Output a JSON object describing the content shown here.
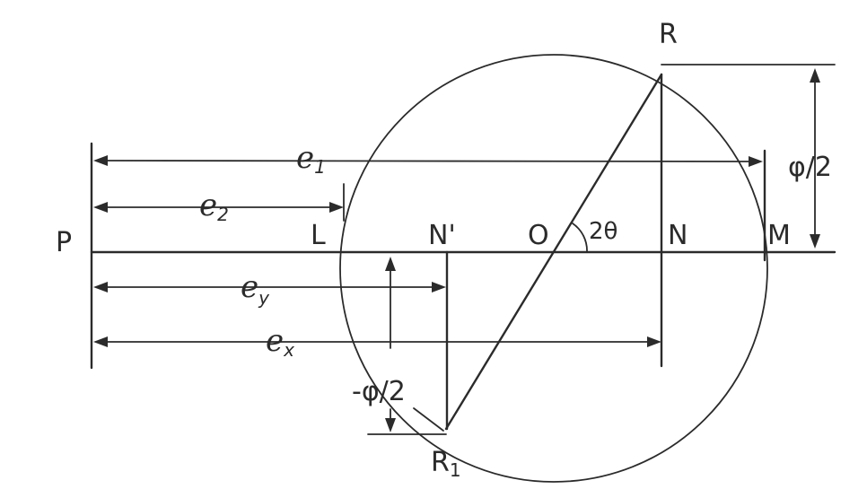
{
  "diagram": {
    "points": {
      "P": "P",
      "L": "L",
      "N_prime": "N'",
      "O": "O",
      "N": "N",
      "M": "M",
      "R": "R",
      "R1_main": "R",
      "R1_sub": "1"
    },
    "angle_label": "2θ",
    "dimensions": {
      "e1_main": "e",
      "e1_sub": "1",
      "e2_main": "e",
      "e2_sub": "2",
      "ey_main": "e",
      "ey_sub": "y",
      "ex_main": "e",
      "ex_sub": "x",
      "phi_half": "φ/2",
      "neg_phi_half": "-φ/2"
    },
    "colors": {
      "ink": "#2b2b2b",
      "paper": "#ffffff"
    }
  }
}
